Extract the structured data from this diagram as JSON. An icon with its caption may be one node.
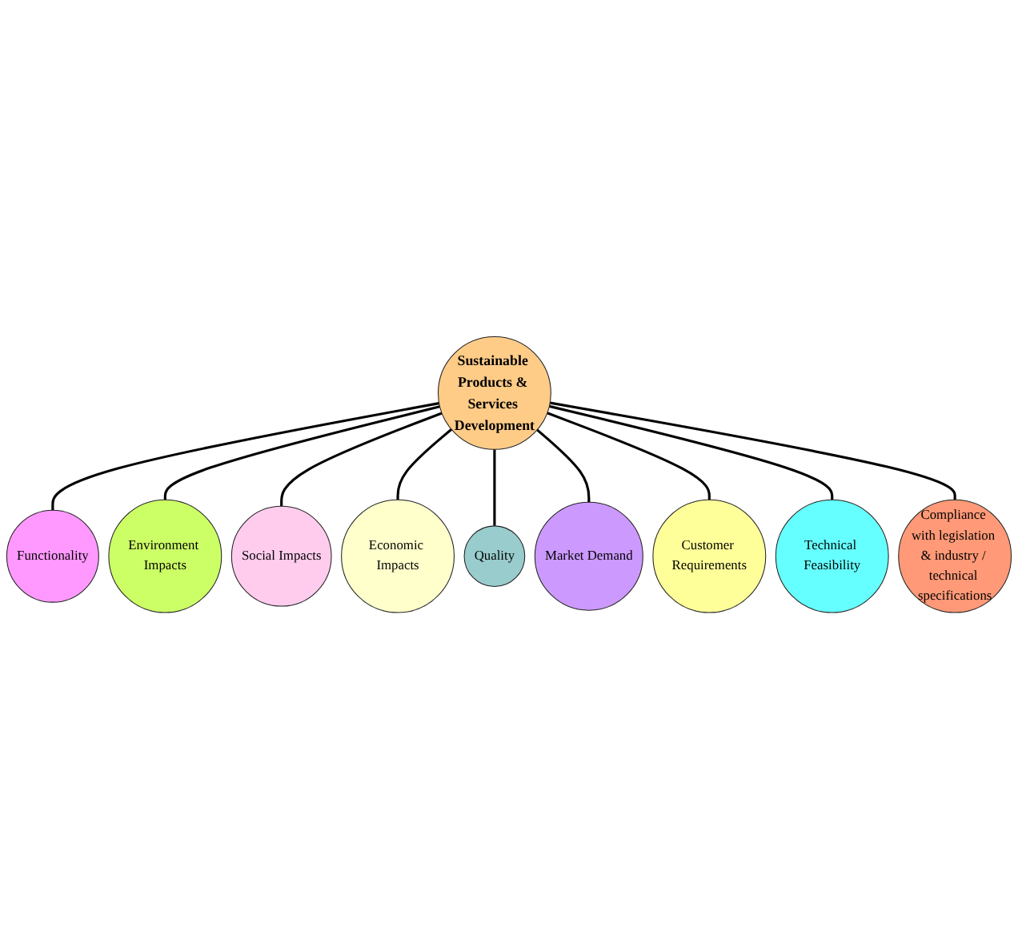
{
  "diagram": {
    "nodes": [
      {
        "text": [
          "Sustainable Products & Services Development"
        ]
      },
      {
        "text": [
          "Functionality"
        ]
      },
      {
        "text": [
          "Environment Impacts"
        ]
      },
      {
        "text": [
          "Social Impacts"
        ]
      },
      {
        "text": [
          "Economic Impacts"
        ]
      },
      {
        "text": [
          "Quality"
        ]
      },
      {
        "text": [
          "Market Demand"
        ]
      },
      {
        "text": [
          "Customer Requirements"
        ]
      },
      {
        "text": [
          "Technical Feasibility"
        ]
      },
      {
        "text": [
          "Compliance with legislation & industry / technical specifications"
        ]
      }
    ],
    "edges": [
      {
        "from": 0,
        "to": 1,
        "arrow": "none"
      },
      {
        "from": 0,
        "to": 2,
        "arrow": "none"
      },
      {
        "from": 0,
        "to": 3,
        "arrow": "none"
      },
      {
        "from": 0,
        "to": 4,
        "arrow": "none"
      },
      {
        "from": 0,
        "to": 5,
        "arrow": "none"
      },
      {
        "from": 0,
        "to": 6,
        "arrow": "none"
      },
      {
        "from": 0,
        "to": 7,
        "arrow": "none"
      },
      {
        "from": 0,
        "to": 8,
        "arrow": "none"
      },
      {
        "from": 0,
        "to": 9,
        "arrow": "none"
      }
    ]
  }
}
